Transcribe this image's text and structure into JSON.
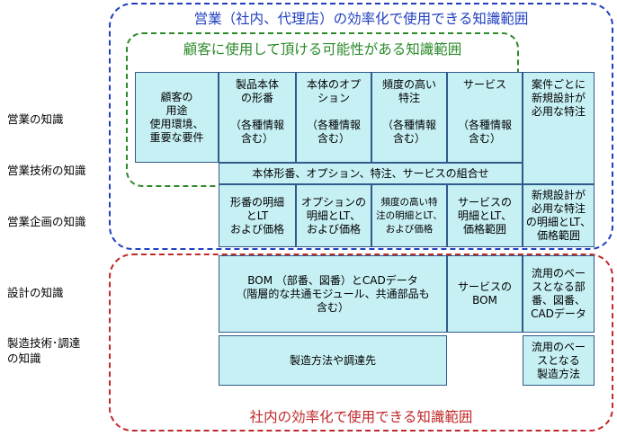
{
  "regions": {
    "blue_title": "営業（社内、代理店）の効率化で使用できる知識範囲",
    "green_title": "顧客に使用して頂ける可能性がある知識範囲",
    "red_title": "社内の効率化で使用できる知識範囲"
  },
  "row_labels": {
    "sales": "営業の知識",
    "sales_engineering": "営業技術の知識",
    "sales_planning": "営業企画の知識",
    "design": "設計の知識",
    "manufacturing": "製造技術･調達\nの知識"
  },
  "cells": {
    "customer": "顧客の\n用途\n使用環境、\n重要な要件",
    "product_shape": "製品本体\nの形番\n\n（各種情報\n含む）",
    "option": "本体のオプ\nション\n\n（各種情報\n含む）",
    "frequent_special": "頻度の高い\n特注\n\n（各種情報\n含む）",
    "service": "サービス\n\n\n（各種情報\n含む）",
    "case_new_design": "案件ごとに\n新規設計が\n必用な特注",
    "combination": "本体形番、オプション、特注、サービスの組合せ",
    "shape_detail": "形番の明細\nとLT\nおよび価格",
    "option_detail": "オプションの\n明細とLT、\nおよび価格",
    "frequent_detail": "頻度の高い特\n注の明細とLT、\nおよび価格",
    "service_detail": "サービスの\n明細とLT、\n価格範囲",
    "new_design_detail": "新規設計が\n必用な特注\nの明細とLT、\n価格範囲",
    "bom": "BOM （部番、図番）とCADデータ\n（階層的な共通モジュール、共通部品も\n含む）",
    "service_bom": "サービスの\nBOM",
    "base_drawing": "流用のベー\nスとなる部\n番、図番、\nCADデータ",
    "manufacturing_method": "製造方法や調達先",
    "base_method": "流用のベー\nスとなる\n製造方法"
  }
}
